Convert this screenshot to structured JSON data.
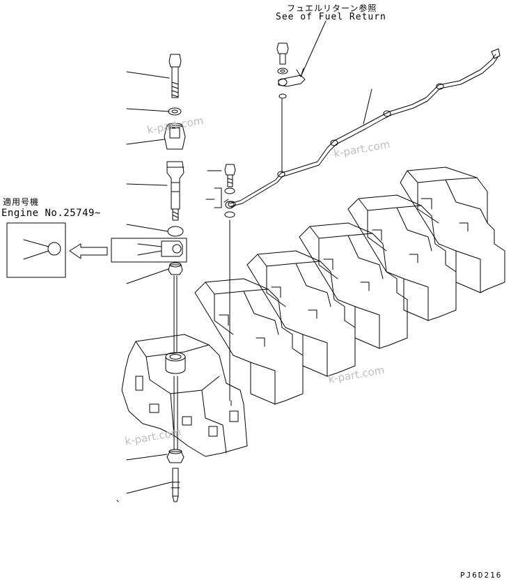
{
  "callout_fuel_return": {
    "japanese": "フュエルリターン参照",
    "english": "See of Fuel Return"
  },
  "applicable_machine": {
    "japanese": "適用号機",
    "serial": "Engine No.25749~"
  },
  "drawing_number": "PJ6D216",
  "watermarks": [
    "k-part.com",
    "k-part.com",
    "k-part.com",
    "k-part.com"
  ],
  "colors": {
    "line": "#000000",
    "watermark": "#bdbdbd",
    "background": "#ffffff"
  }
}
